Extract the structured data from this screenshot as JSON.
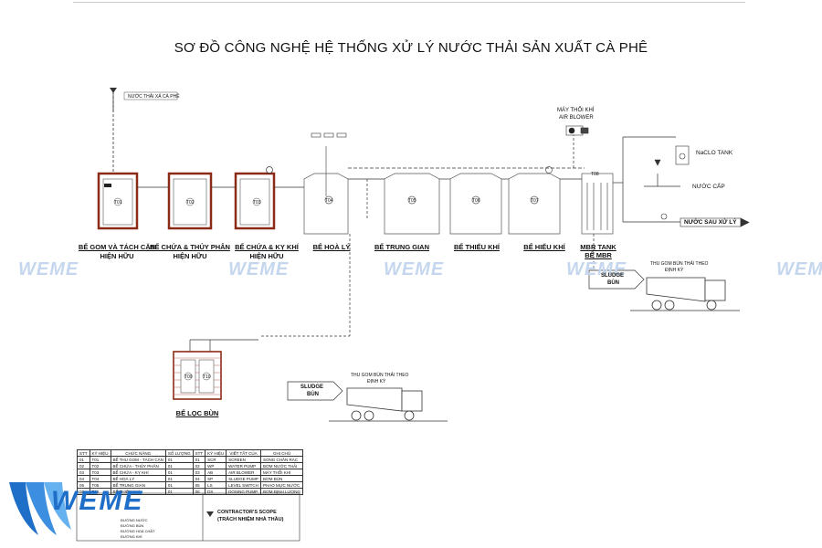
{
  "title": "SƠ ĐỒ CÔNG NGHỆ HỆ THỐNG XỬ LÝ NƯỚC THẢI SẢN XUẤT CÀ PHÊ",
  "tanks": [
    {
      "label": "BỂ GOM VÀ TÁCH CẶN",
      "sub": "HIỆN HỮU",
      "tag": "T01"
    },
    {
      "label": "BỂ CHỨA & THỦY PHÂN",
      "sub": "HIỆN HỮU",
      "tag": "T02"
    },
    {
      "label": "BỂ CHỨA & KỴ KHÍ",
      "sub": "HIỆN HỮU",
      "tag": "T03"
    },
    {
      "label": "BỂ HOÀ LÝ",
      "sub": "",
      "tag": "T04"
    },
    {
      "label": "BỂ TRUNG GIAN",
      "sub": "",
      "tag": "T05"
    },
    {
      "label": "BỂ THIẾU KHÍ",
      "sub": "",
      "tag": "T06"
    },
    {
      "label": "BỂ HIẾU KHÍ",
      "sub": "",
      "tag": "T07"
    },
    {
      "label": "MBR TANK",
      "sub": "BỂ MBR",
      "tag": "T08"
    }
  ],
  "sludge_tank": {
    "label": "BỂ LỌC BÙN",
    "tag_a": "T09",
    "tag_b": "T10"
  },
  "inlet_label": "NƯỚC THẢI XẢ CÀ PHÊ",
  "blower": {
    "label_vn": "MÁY THỔI KHÍ",
    "label_en": "AIR BLOWER"
  },
  "naclo_label": "NaCLO TANK",
  "tap_water_label": "NƯỚC CẤP",
  "treated_label": "NƯỚC SAU XỬ LÝ",
  "sludge_box": {
    "line1": "SLUDGE",
    "line2": "BÙN"
  },
  "truck_note": {
    "line1": "THU GOM BÙN THẢI THEO",
    "line2": "ĐỊNH KỲ"
  },
  "watermark": "WEME",
  "logo_text": "WEME",
  "legend": {
    "headers_left": [
      "STT",
      "KÝ HIỆU",
      "CHỨC NĂNG",
      "SỐ LƯỢNG"
    ],
    "headers_right": [
      "STT",
      "KÝ HIỆU",
      "VIẾT TẮT CỦA",
      "GHI CHÚ"
    ],
    "rows": [
      [
        "01",
        "T01",
        "BỂ THU GOM - TÁCH CẶN",
        "01",
        "01",
        "SCR",
        "SCREEN",
        "SONG CHẮN RÁC"
      ],
      [
        "02",
        "T02",
        "BỂ CHỨA - THỦY PHÂN",
        "01",
        "02",
        "WP",
        "WATER PUMP",
        "BƠM NƯỚC THẢI"
      ],
      [
        "03",
        "T03",
        "BỂ CHỨA - KỴ KHÍ",
        "01",
        "03",
        "AB",
        "AIR BLOWER",
        "MÁY THỔI KHÍ"
      ],
      [
        "04",
        "T04",
        "BỂ HOÀ LÝ",
        "01",
        "04",
        "SP",
        "SLUDGE PUMP",
        "BƠM BÙN"
      ],
      [
        "05",
        "T05",
        "BỂ TRUNG GIAN",
        "01",
        "05",
        "LS",
        "LEVEL SWITCH",
        "PHAO MỰC NƯỚC"
      ],
      [
        "06",
        "T06",
        "BỂ THIẾU KHÍ",
        "01",
        "06",
        "DS",
        "DOSING PUMP",
        "BƠM ĐỊNH LƯỢNG"
      ]
    ],
    "scope_line1": "CONTRACTOR'S SCOPE",
    "scope_line2": "(TRÁCH NHIỆM NHÀ THẦU)",
    "line_types": [
      "ĐƯỜNG NƯỚC",
      "ĐƯỜNG BÙN",
      "ĐƯỜNG HOÁ CHẤT",
      "ĐƯỜNG KHÍ"
    ]
  }
}
